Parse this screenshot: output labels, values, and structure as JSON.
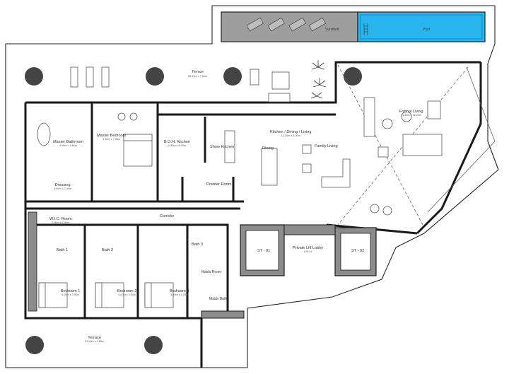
{
  "rooms": {
    "terrace_top": {
      "name": "Terrace",
      "dim": "55.20m x 7.60m"
    },
    "sunshelf": {
      "name": "Sunshelf"
    },
    "pool": {
      "name": "Pool"
    },
    "master_bathroom": {
      "name": "Master Bathroom",
      "dim": "4.50m x 4.80m"
    },
    "master_bedroom": {
      "name": "Master Bedroom",
      "dim": "4.30m x 7.50m"
    },
    "boh_kitchen": {
      "name": "B.O.H. Kitchen",
      "dim": "2.80m x 6.30m"
    },
    "show_kitchen": {
      "name": "Show Kitchen"
    },
    "kitchen_dining_living": {
      "name": "Kitchen / Dining / Living",
      "dim": "12.20m x 8.20m"
    },
    "dining": {
      "name": "Dining"
    },
    "family_living": {
      "name": "Family Living"
    },
    "formal_living": {
      "name": "Formal Living",
      "dim": "11.40m x 12.20m"
    },
    "dressing": {
      "name": "Dressing",
      "dim": "4.50m x 2.40m"
    },
    "powder_room": {
      "name": "Powder Room"
    },
    "corridor": {
      "name": "Corridor"
    },
    "wic_room": {
      "name": "W.I.C. Room",
      "dim": "2.80m x 1.50m"
    },
    "bath1": {
      "name": "Bath 1"
    },
    "bath2": {
      "name": "Bath 2"
    },
    "bath3": {
      "name": "Bath 3"
    },
    "st01": {
      "name": "ST - 01"
    },
    "st02": {
      "name": "ST - 02"
    },
    "lift_lobby": {
      "name": "Private Lift Lobby",
      "code": "L05-01"
    },
    "maids_room": {
      "name": "Maids Room"
    },
    "maids_bath": {
      "name": "Maids Bath"
    },
    "bedroom1": {
      "name": "Bedroom 1",
      "dim": "4.00m x 3.50m"
    },
    "bedroom2": {
      "name": "Bedroom 2",
      "dim": "4.00m x 3.50m"
    },
    "bedroom3": {
      "name": "Bedroom 3",
      "dim": "3.50m x 4.20m"
    },
    "terrace_bottom": {
      "name": "Terrace",
      "dim": "13.90m x 2.86m"
    }
  },
  "colors": {
    "wall": "#1a1a1a",
    "wall_fill": "#8c8c8c",
    "pool": "#29b6f0",
    "pool_deck": "#9e9e9e",
    "planter": "#444444",
    "furniture": "#555555"
  }
}
